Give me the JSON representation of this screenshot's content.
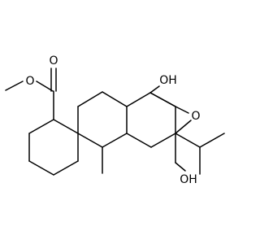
{
  "structure": {
    "atoms": {
      "ester_o_methyl": "O",
      "carbonyl_o": "O",
      "oh_top": "OH",
      "epoxide_o": "O",
      "oh_bottom": "OH"
    }
  },
  "colors": {
    "bond": "#000000",
    "label": "#000000",
    "background": "#ffffff"
  }
}
